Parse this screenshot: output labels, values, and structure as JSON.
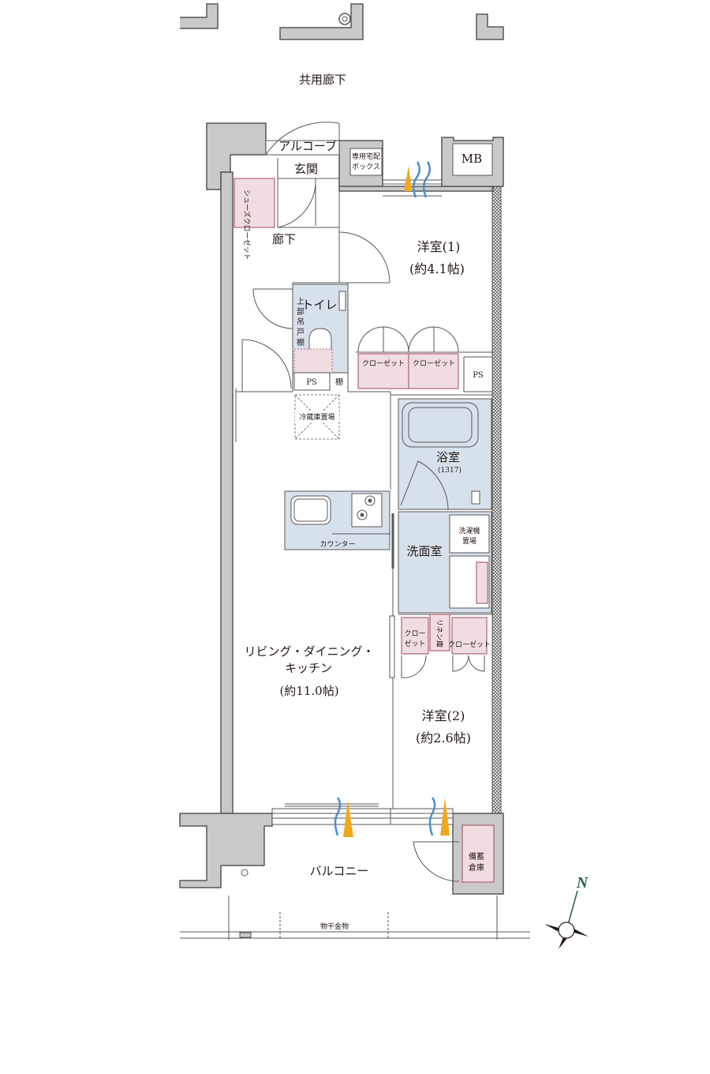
{
  "plan": {
    "corridor": "共用廊下",
    "alcove": "アルコーブ",
    "entrance": "玄関",
    "delivery_box": [
      "専用宅配",
      "ボックス"
    ],
    "mb": "MB",
    "shoes_closet": "シューズクローゼット",
    "hallway": "廊下",
    "room1": {
      "name": "洋室(1)",
      "size": "(約4.1帖)"
    },
    "toilet": "トイレ",
    "upper_shelf": "上部吊戸棚",
    "shelf": "棚",
    "ps": "PS",
    "closet": "クローゼット",
    "fridge": "冷蔵庫置場",
    "bath": {
      "name": "浴室",
      "size": "(1317)"
    },
    "counter": "カウンター",
    "washroom": "洗面室",
    "washer": [
      "洗濯機",
      "置場"
    ],
    "linen": "リネン庫",
    "closet_short": [
      "クロー",
      "ゼット"
    ],
    "ldk": {
      "name1": "リビング・ダイニング・",
      "name2": "キッチン",
      "size": "(約11.0帖)"
    },
    "room2": {
      "name": "洋室(2)",
      "size": "(約2.6帖)"
    },
    "storage": [
      "備蓄",
      "倉庫"
    ],
    "balcony": "バルコニー",
    "drying_rod": "物干金物",
    "north": "N"
  },
  "colors": {
    "wall": "#c9c9ca",
    "wall_stroke": "#595757",
    "wet_area": "#d7e1ec",
    "closet_fill": "#f0dde1",
    "closet_stroke": "#a2475e",
    "window": "#9aa2ab",
    "breeze_orange": "#f0a81c",
    "breeze_blue": "#4a8ec9",
    "compass": "#1f5e46"
  }
}
